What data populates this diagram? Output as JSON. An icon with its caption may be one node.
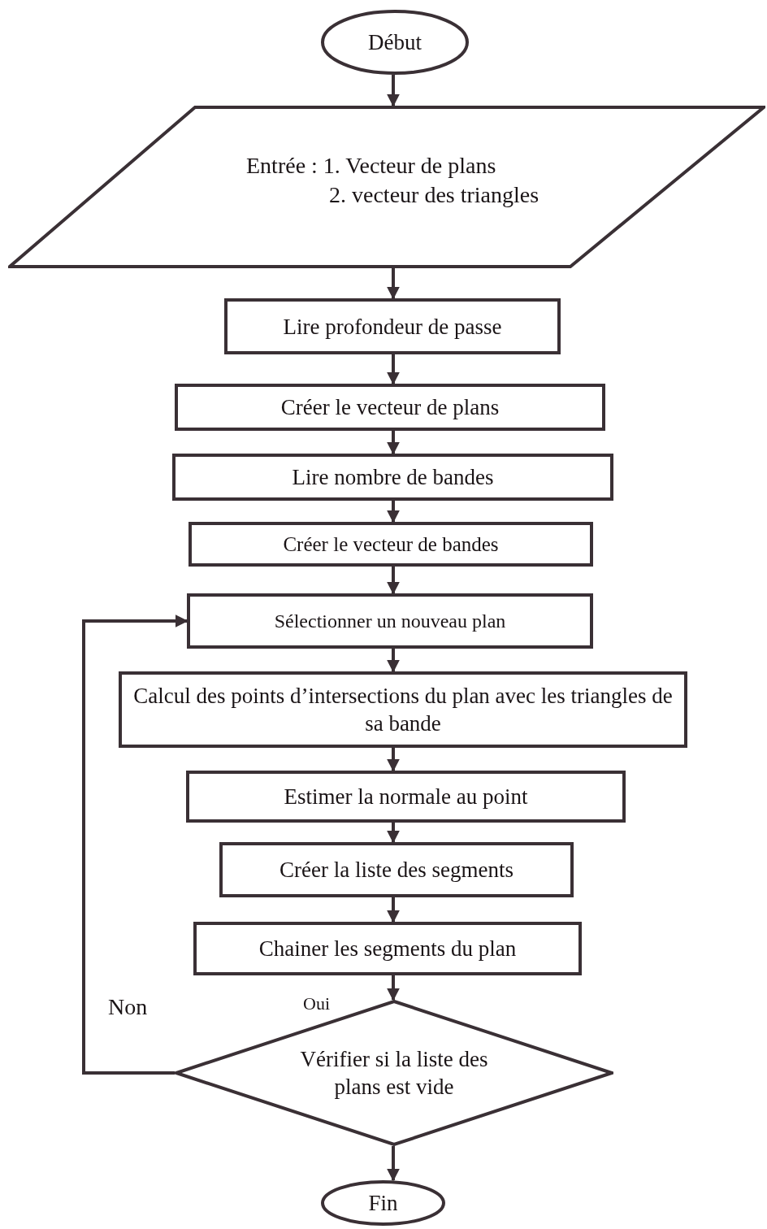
{
  "diagram": {
    "nodes": [
      {
        "text": [
          "Début"
        ]
      },
      {
        "text": [
          "Entrée : 1. Vecteur de plans",
          "2. vecteur des triangles"
        ]
      },
      {
        "text": [
          "Lire profondeur de passe"
        ]
      },
      {
        "text": [
          "Créer le vecteur de plans"
        ]
      },
      {
        "text": [
          "Lire nombre de bandes"
        ]
      },
      {
        "text": [
          "Créer le vecteur de bandes"
        ]
      },
      {
        "text": [
          "Sélectionner un nouveau plan"
        ]
      },
      {
        "text": [
          "Calcul des points d’intersections du plan avec les triangles de sa bande"
        ]
      },
      {
        "text": [
          "Estimer la normale au point"
        ]
      },
      {
        "text": [
          "Créer la liste des segments"
        ]
      },
      {
        "text": [
          "Chainer les segments du plan"
        ]
      },
      {
        "text": [
          "Vérifier si la liste des plans est vide"
        ]
      },
      {
        "text": [
          "Fin"
        ]
      }
    ],
    "edges": [
      {
        "from": 0,
        "to": 1,
        "arrow": "to"
      },
      {
        "from": 1,
        "to": 2,
        "arrow": "to"
      },
      {
        "from": 2,
        "to": 3,
        "arrow": "to"
      },
      {
        "from": 3,
        "to": 4,
        "arrow": "to"
      },
      {
        "from": 4,
        "to": 5,
        "arrow": "to"
      },
      {
        "from": 5,
        "to": 6,
        "arrow": "to"
      },
      {
        "from": 6,
        "to": 7,
        "arrow": "to"
      },
      {
        "from": 7,
        "to": 8,
        "arrow": "to"
      },
      {
        "from": 8,
        "to": 9,
        "arrow": "to"
      },
      {
        "from": 9,
        "to": 10,
        "arrow": "to"
      },
      {
        "from": 10,
        "to": 11,
        "arrow": "to"
      },
      {
        "from": 11,
        "to": 12,
        "arrow": "to"
      },
      {
        "from": 11,
        "to": 6,
        "arrow": "to"
      }
    ],
    "labels": [
      "Non",
      "Oui"
    ]
  }
}
